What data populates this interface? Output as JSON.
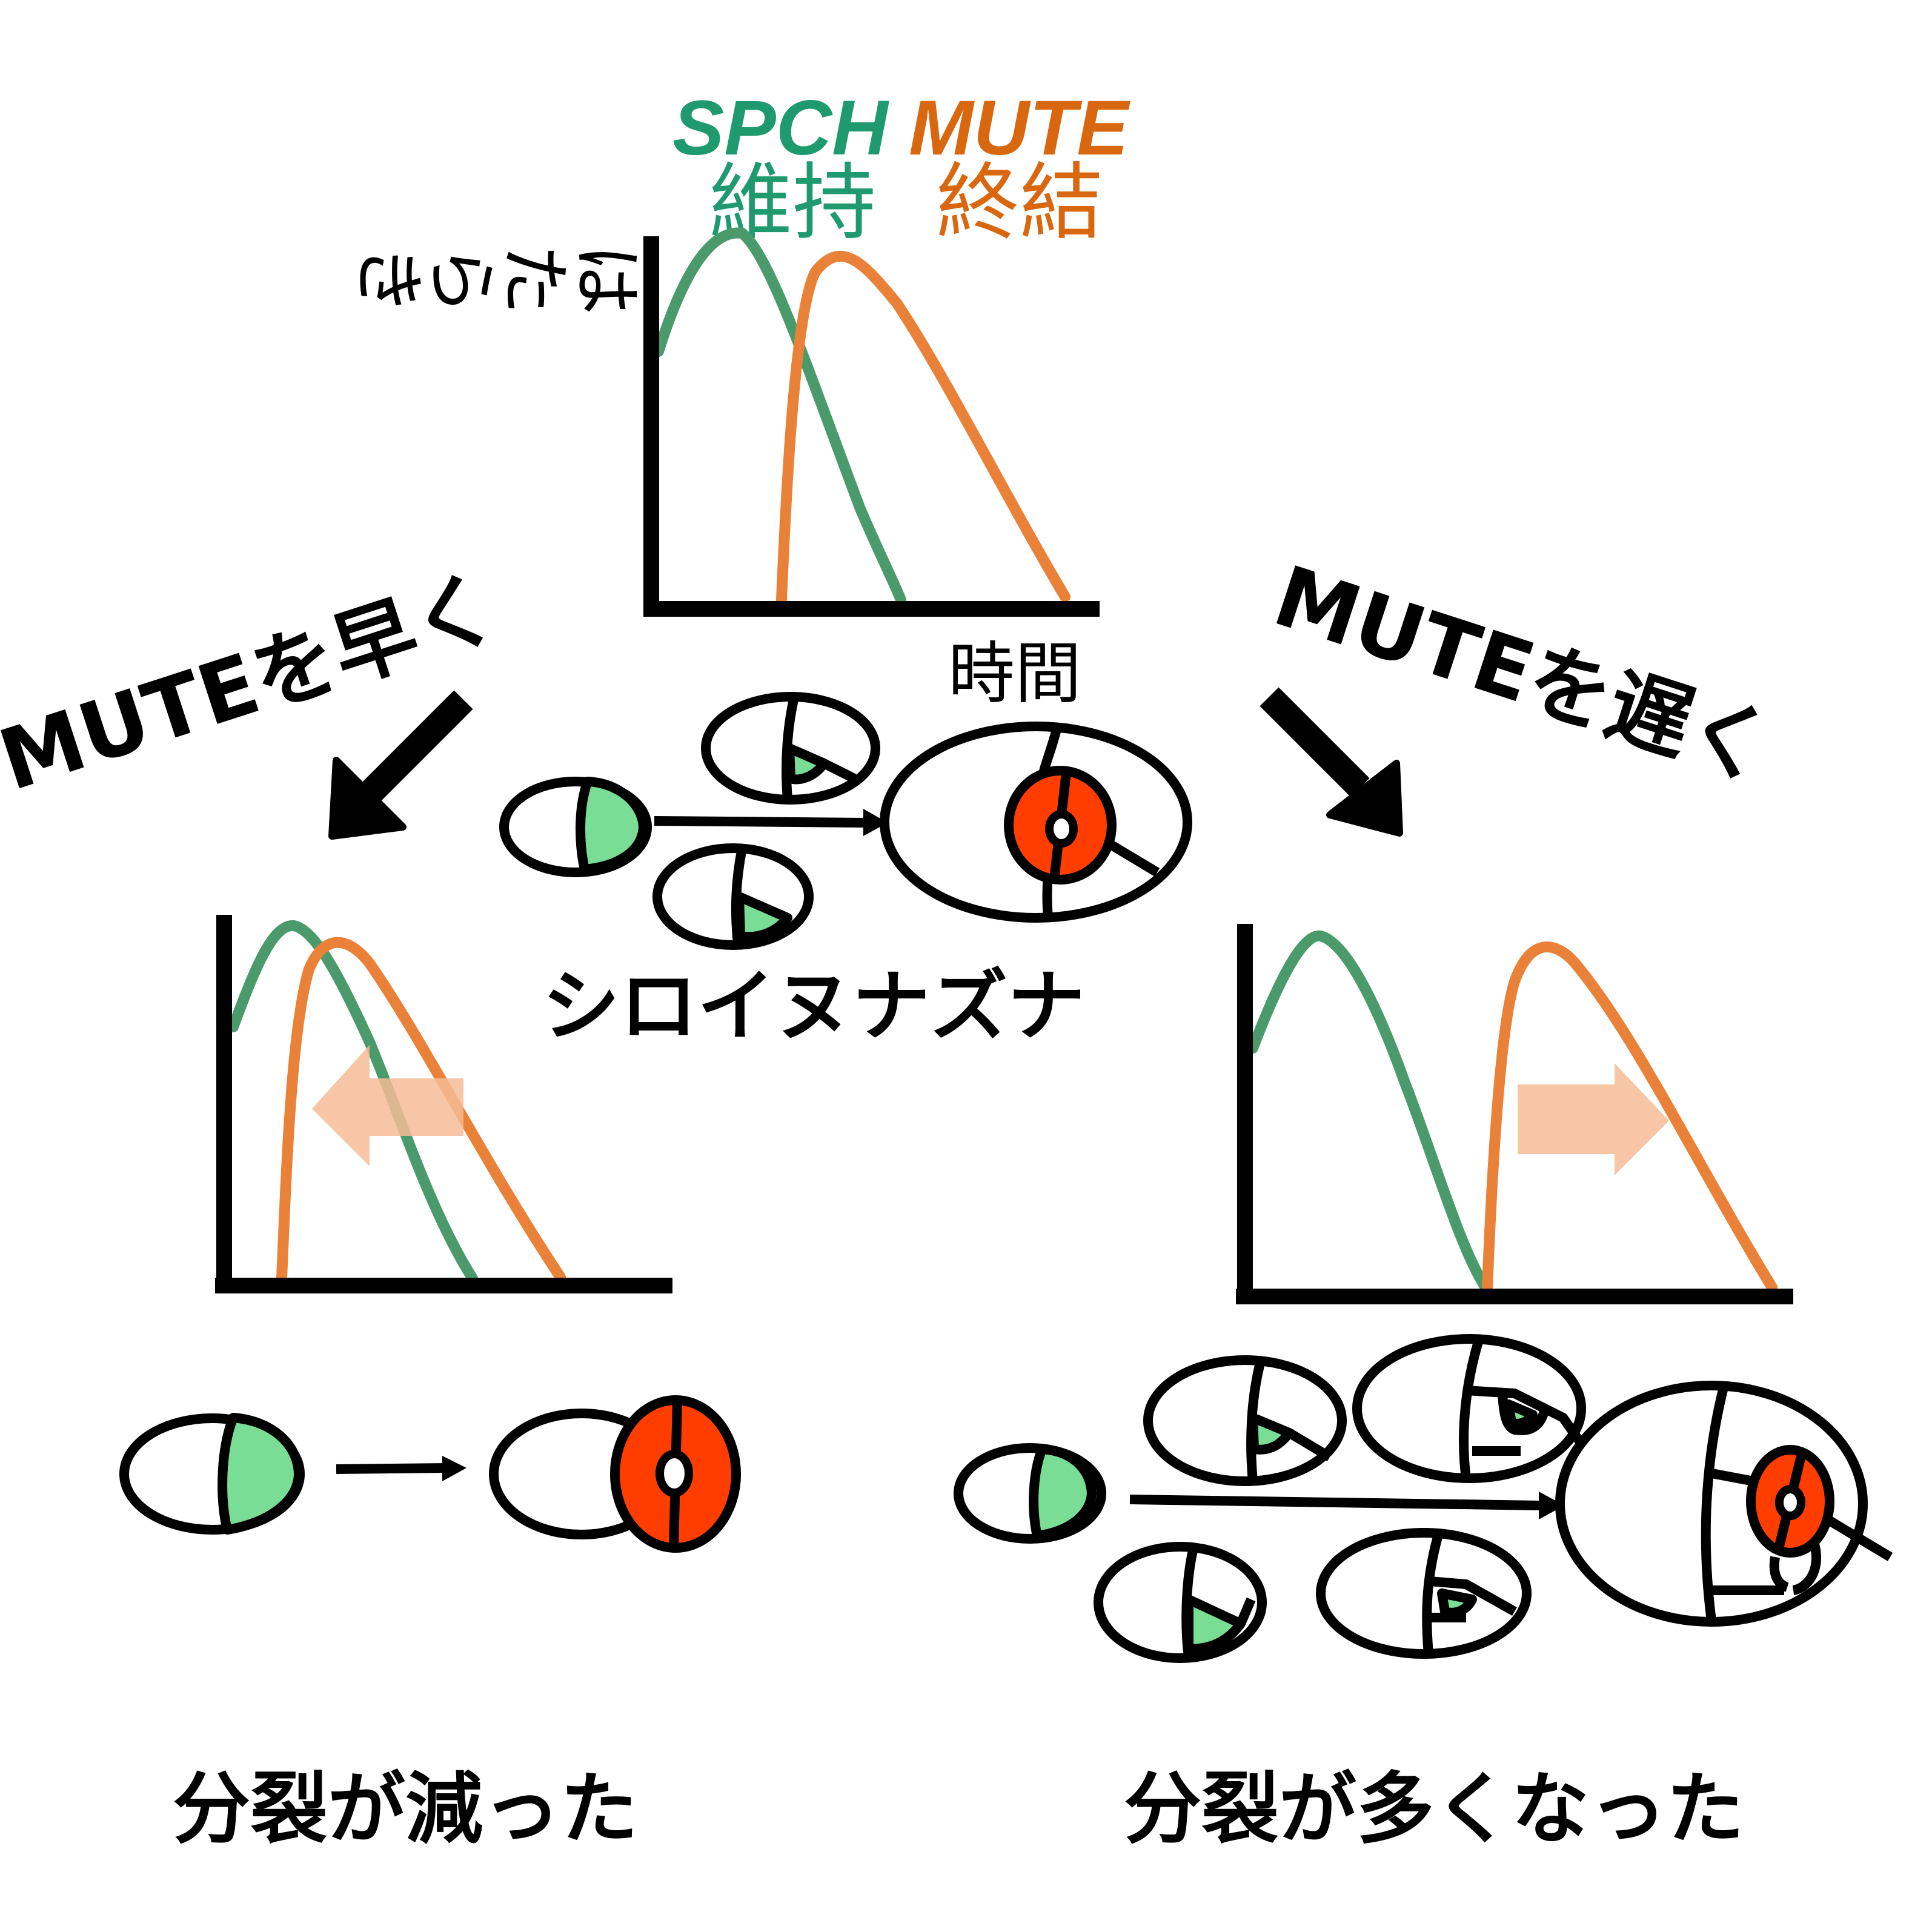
{
  "title": {
    "spch": "SPCH",
    "mute": "MUTE",
    "spch_role": "維持",
    "mute_role": "終結"
  },
  "axes": {
    "ylabel": "はたらき",
    "xlabel": "時間"
  },
  "species": "シロイヌナズナ",
  "left": {
    "arrow_label": "MUTEを早く",
    "result": "分裂が減った"
  },
  "right": {
    "arrow_label": "MUTEを遅く",
    "result": "分裂が多くなった"
  },
  "colors": {
    "spch": "#4a9a6c",
    "spch_text": "#1f9a6e",
    "mute": "#ea8138",
    "mute_text": "#d9670f",
    "guard_cell": "#ff3d00",
    "meristemoid": "#79dd95",
    "shift_arrow": "#f5bc96",
    "ink": "#000000"
  }
}
